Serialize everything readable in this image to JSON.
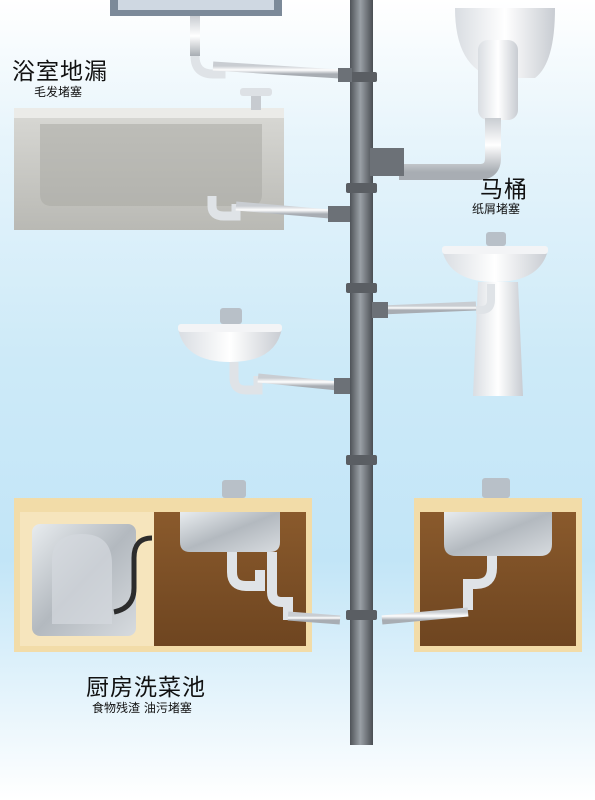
{
  "labels": {
    "bathroom_floor_drain": {
      "title": "浴室地漏",
      "subtitle": "毛发堵塞"
    },
    "toilet": {
      "title": "马桶",
      "subtitle": "纸屑堵塞"
    },
    "kitchen_sink": {
      "title": "厨房洗菜池",
      "subtitle": "食物残渣 油污堵塞"
    }
  }
}
